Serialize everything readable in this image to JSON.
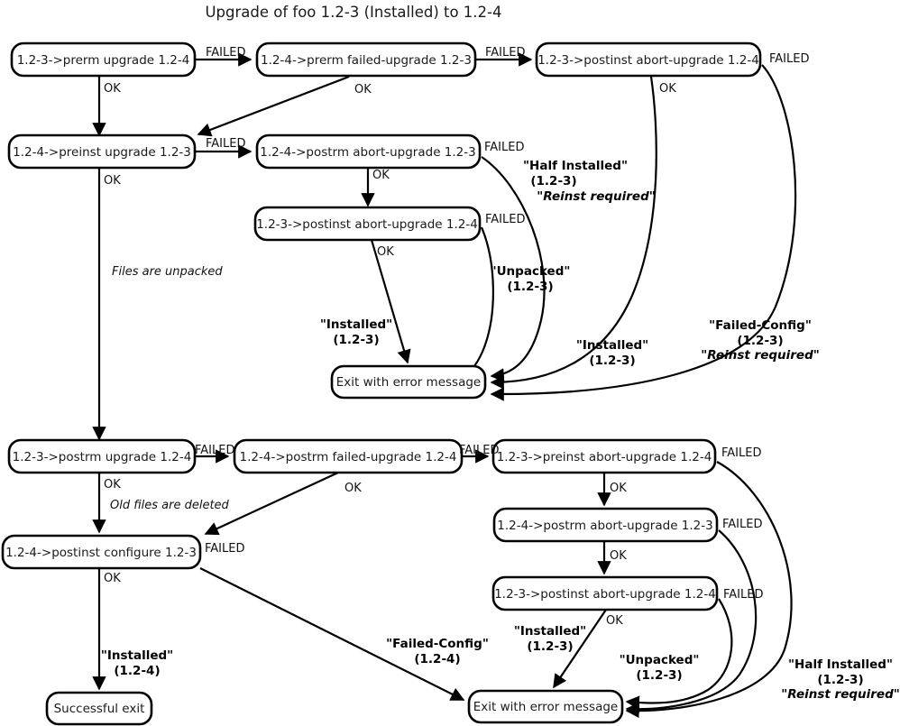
{
  "title": "Upgrade of foo 1.2-3 (Installed) to 1.2-4",
  "nodes": {
    "prerm_upgrade": "1.2-3->prerm upgrade 1.2-4",
    "prerm_failed_upgrade": "1.2-4->prerm failed-upgrade 1.2-3",
    "postinst_abort_top": "1.2-3->postinst abort-upgrade 1.2-4",
    "preinst_upgrade": "1.2-4->preinst upgrade 1.2-3",
    "postrm_abort_r2": "1.2-4->postrm abort-upgrade 1.2-3",
    "postinst_abort_r3": "1.2-3->postinst abort-upgrade 1.2-4",
    "exit_error_top": "Exit with error message",
    "postrm_upgrade": "1.2-3->postrm upgrade 1.2-4",
    "postrm_failed_upgrade": "1.2-4->postrm failed-upgrade 1.2-4",
    "preinst_abort": "1.2-3->preinst abort-upgrade 1.2-4",
    "postrm_abort_b2": "1.2-4->postrm abort-upgrade 1.2-3",
    "postinst_abort_b3": "1.2-3->postinst abort-upgrade 1.2-4",
    "postinst_configure": "1.2-4->postinst configure 1.2-3",
    "successful_exit": "Successful exit",
    "exit_error_bottom": "Exit with error message"
  },
  "edge_labels": {
    "failed": "FAILED",
    "ok": "OK"
  },
  "notes": {
    "files_unpacked": "Files are unpacked",
    "old_files_deleted": "Old files are deleted"
  },
  "states": {
    "half_installed_123": {
      "line1": "\"Half Installed\"",
      "line2": "(1.2-3)",
      "line3": "\"Reinst required\""
    },
    "unpacked_123": {
      "line1": "\"Unpacked\"",
      "line2": "(1.2-3)"
    },
    "installed_123": {
      "line1": "\"Installed\"",
      "line2": "(1.2-3)"
    },
    "installed_123_b": {
      "line1": "\"Installed\"",
      "line2": "(1.2-3)"
    },
    "failed_config_123": {
      "line1": "\"Failed-Config\"",
      "line2": "(1.2-3)",
      "line3": "\"Reinst required\""
    },
    "failed_config_124": {
      "line1": "\"Failed-Config\"",
      "line2": "(1.2-4)"
    },
    "installed_124": {
      "line1": "\"Installed\"",
      "line2": "(1.2-4)"
    },
    "installed_123_bottom": {
      "line1": "\"Installed\"",
      "line2": "(1.2-3)"
    },
    "unpacked_123_bottom": {
      "line1": "\"Unpacked\"",
      "line2": "(1.2-3)"
    },
    "half_installed_123_bottom": {
      "line1": "\"Half Installed\"",
      "line2": "(1.2-3)",
      "line3": "\"Reinst required\""
    }
  },
  "edge_label_positions": {
    "e1": "FAILED",
    "e2": "OK",
    "e3": "FAILED",
    "e4": "FAILED",
    "e5": "OK",
    "e6": "OK",
    "e7": "FAILED",
    "e8": "OK",
    "e9": "FAILED",
    "e10": "OK",
    "e11": "FAILED",
    "e12": "FAILED",
    "e13": "OK",
    "e14": "OK",
    "e15": "FAILED",
    "e16": "FAILED",
    "e17": "OK",
    "e18": "FAILED",
    "e19": "OK",
    "e20": "FAILED",
    "e21": "OK",
    "e22": "OK"
  },
  "colors": {
    "background": "#ffffff",
    "stroke": "#000000",
    "text": "#1a1a1a"
  },
  "chart_data": {
    "type": "diagram",
    "title": "Upgrade of foo 1.2-3 (Installed) to 1.2-4",
    "diagram_kind": "flowchart-state-machine",
    "edges": [
      {
        "from": "1.2-3->prerm upgrade 1.2-4",
        "to": "1.2-4->prerm failed-upgrade 1.2-3",
        "label": "FAILED"
      },
      {
        "from": "1.2-3->prerm upgrade 1.2-4",
        "to": "1.2-4->preinst upgrade 1.2-3",
        "label": "OK"
      },
      {
        "from": "1.2-4->prerm failed-upgrade 1.2-3",
        "to": "1.2-3->postinst abort-upgrade 1.2-4",
        "label": "FAILED"
      },
      {
        "from": "1.2-4->prerm failed-upgrade 1.2-3",
        "to": "1.2-4->preinst upgrade 1.2-3",
        "label": "OK"
      },
      {
        "from": "1.2-3->postinst abort-upgrade 1.2-4 (top)",
        "to": "Exit with error message",
        "label": "FAILED",
        "state": "\"Failed-Config\" (1.2-3) \"Reinst required\""
      },
      {
        "from": "1.2-3->postinst abort-upgrade 1.2-4 (top)",
        "to": "Exit with error message",
        "label": "OK",
        "state": "\"Installed\" (1.2-3)"
      },
      {
        "from": "1.2-4->preinst upgrade 1.2-3",
        "to": "1.2-4->postrm abort-upgrade 1.2-3",
        "label": "FAILED"
      },
      {
        "from": "1.2-4->preinst upgrade 1.2-3",
        "to": "1.2-3->postrm upgrade 1.2-4",
        "label": "OK",
        "note": "Files are unpacked"
      },
      {
        "from": "1.2-4->postrm abort-upgrade 1.2-3",
        "to": "Exit with error message",
        "label": "FAILED",
        "state": "\"Half Installed\" (1.2-3) \"Reinst required\""
      },
      {
        "from": "1.2-4->postrm abort-upgrade 1.2-3",
        "to": "1.2-3->postinst abort-upgrade 1.2-4",
        "label": "OK"
      },
      {
        "from": "1.2-3->postinst abort-upgrade 1.2-4",
        "to": "Exit with error message",
        "label": "FAILED",
        "state": "\"Unpacked\" (1.2-3)"
      },
      {
        "from": "1.2-3->postinst abort-upgrade 1.2-4",
        "to": "Exit with error message",
        "label": "OK",
        "state": "\"Installed\" (1.2-3)"
      },
      {
        "from": "1.2-3->postrm upgrade 1.2-4",
        "to": "1.2-4->postrm failed-upgrade 1.2-4",
        "label": "FAILED"
      },
      {
        "from": "1.2-3->postrm upgrade 1.2-4",
        "to": "1.2-4->postinst configure 1.2-3",
        "label": "OK",
        "note": "Old files are deleted"
      },
      {
        "from": "1.2-4->postrm failed-upgrade 1.2-4",
        "to": "1.2-3->preinst abort-upgrade 1.2-4",
        "label": "FAILED"
      },
      {
        "from": "1.2-4->postrm failed-upgrade 1.2-4",
        "to": "1.2-4->postinst configure 1.2-3",
        "label": "OK"
      },
      {
        "from": "1.2-4->postinst configure 1.2-3",
        "to": "Successful exit",
        "label": "OK",
        "state": "\"Installed\" (1.2-4)"
      },
      {
        "from": "1.2-4->postinst configure 1.2-3",
        "to": "Exit with error message",
        "label": "FAILED",
        "state": "\"Failed-Config\" (1.2-4)"
      },
      {
        "from": "1.2-3->preinst abort-upgrade 1.2-4",
        "to": "1.2-4->postrm abort-upgrade 1.2-3",
        "label": "OK"
      },
      {
        "from": "1.2-3->preinst abort-upgrade 1.2-4",
        "to": "Exit with error message",
        "label": "FAILED",
        "state": "\"Half Installed\" (1.2-3) \"Reinst required\""
      },
      {
        "from": "1.2-4->postrm abort-upgrade 1.2-3",
        "to": "1.2-3->postinst abort-upgrade 1.2-4",
        "label": "OK"
      },
      {
        "from": "1.2-4->postrm abort-upgrade 1.2-3 (bottom)",
        "to": "Exit with error message",
        "label": "FAILED"
      },
      {
        "from": "1.2-3->postinst abort-upgrade 1.2-4 (bottom)",
        "to": "Exit with error message",
        "label": "OK",
        "state": "\"Installed\" (1.2-3)"
      },
      {
        "from": "1.2-3->postinst abort-upgrade 1.2-4 (bottom)",
        "to": "Exit with error message",
        "label": "FAILED",
        "state": "\"Unpacked\" (1.2-3)"
      }
    ]
  }
}
